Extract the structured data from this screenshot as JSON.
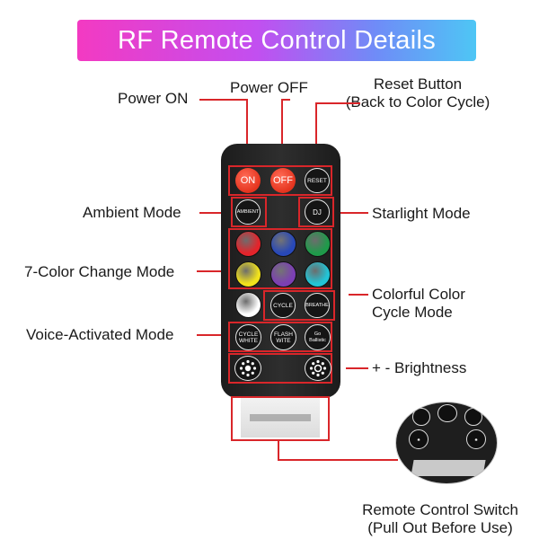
{
  "title": "RF Remote Control Details",
  "labels": {
    "power_on": "Power ON",
    "power_off": "Power OFF",
    "reset_line1": "Reset Button",
    "reset_line2": "(Back to Color Cycle)",
    "ambient": "Ambient Mode",
    "starlight": "Starlight Mode",
    "seven_color": "7-Color Change Mode",
    "colorful_line1": "Colorful Color",
    "colorful_line2": "Cycle Mode",
    "voice": "Voice-Activated Mode",
    "brightness": "+ - Brightness",
    "switch_line1": "Remote Control Switch",
    "switch_line2": "(Pull Out Before Use)"
  },
  "remote": {
    "on": "ON",
    "off": "OFF",
    "reset": "RESET",
    "ambient": "AMBIENT",
    "dj": "DJ",
    "cycle": "CYCLE",
    "breathe": "BREATHE",
    "cycle_white_1": "CYCLE",
    "cycle_white_2": "WHITE",
    "flash_white_1": "FLASH",
    "flash_white_2": "WITE",
    "go_1": "Go",
    "go_2": "Ballistic",
    "colors": [
      "#e3242b",
      "#2848b8",
      "#1f9a4a",
      "#f1e21c",
      "#7c3fb4",
      "#22c4d6",
      "#ffffff"
    ]
  },
  "colors": {
    "accent_line": "#d9262a",
    "button_red": "#e4341e"
  }
}
